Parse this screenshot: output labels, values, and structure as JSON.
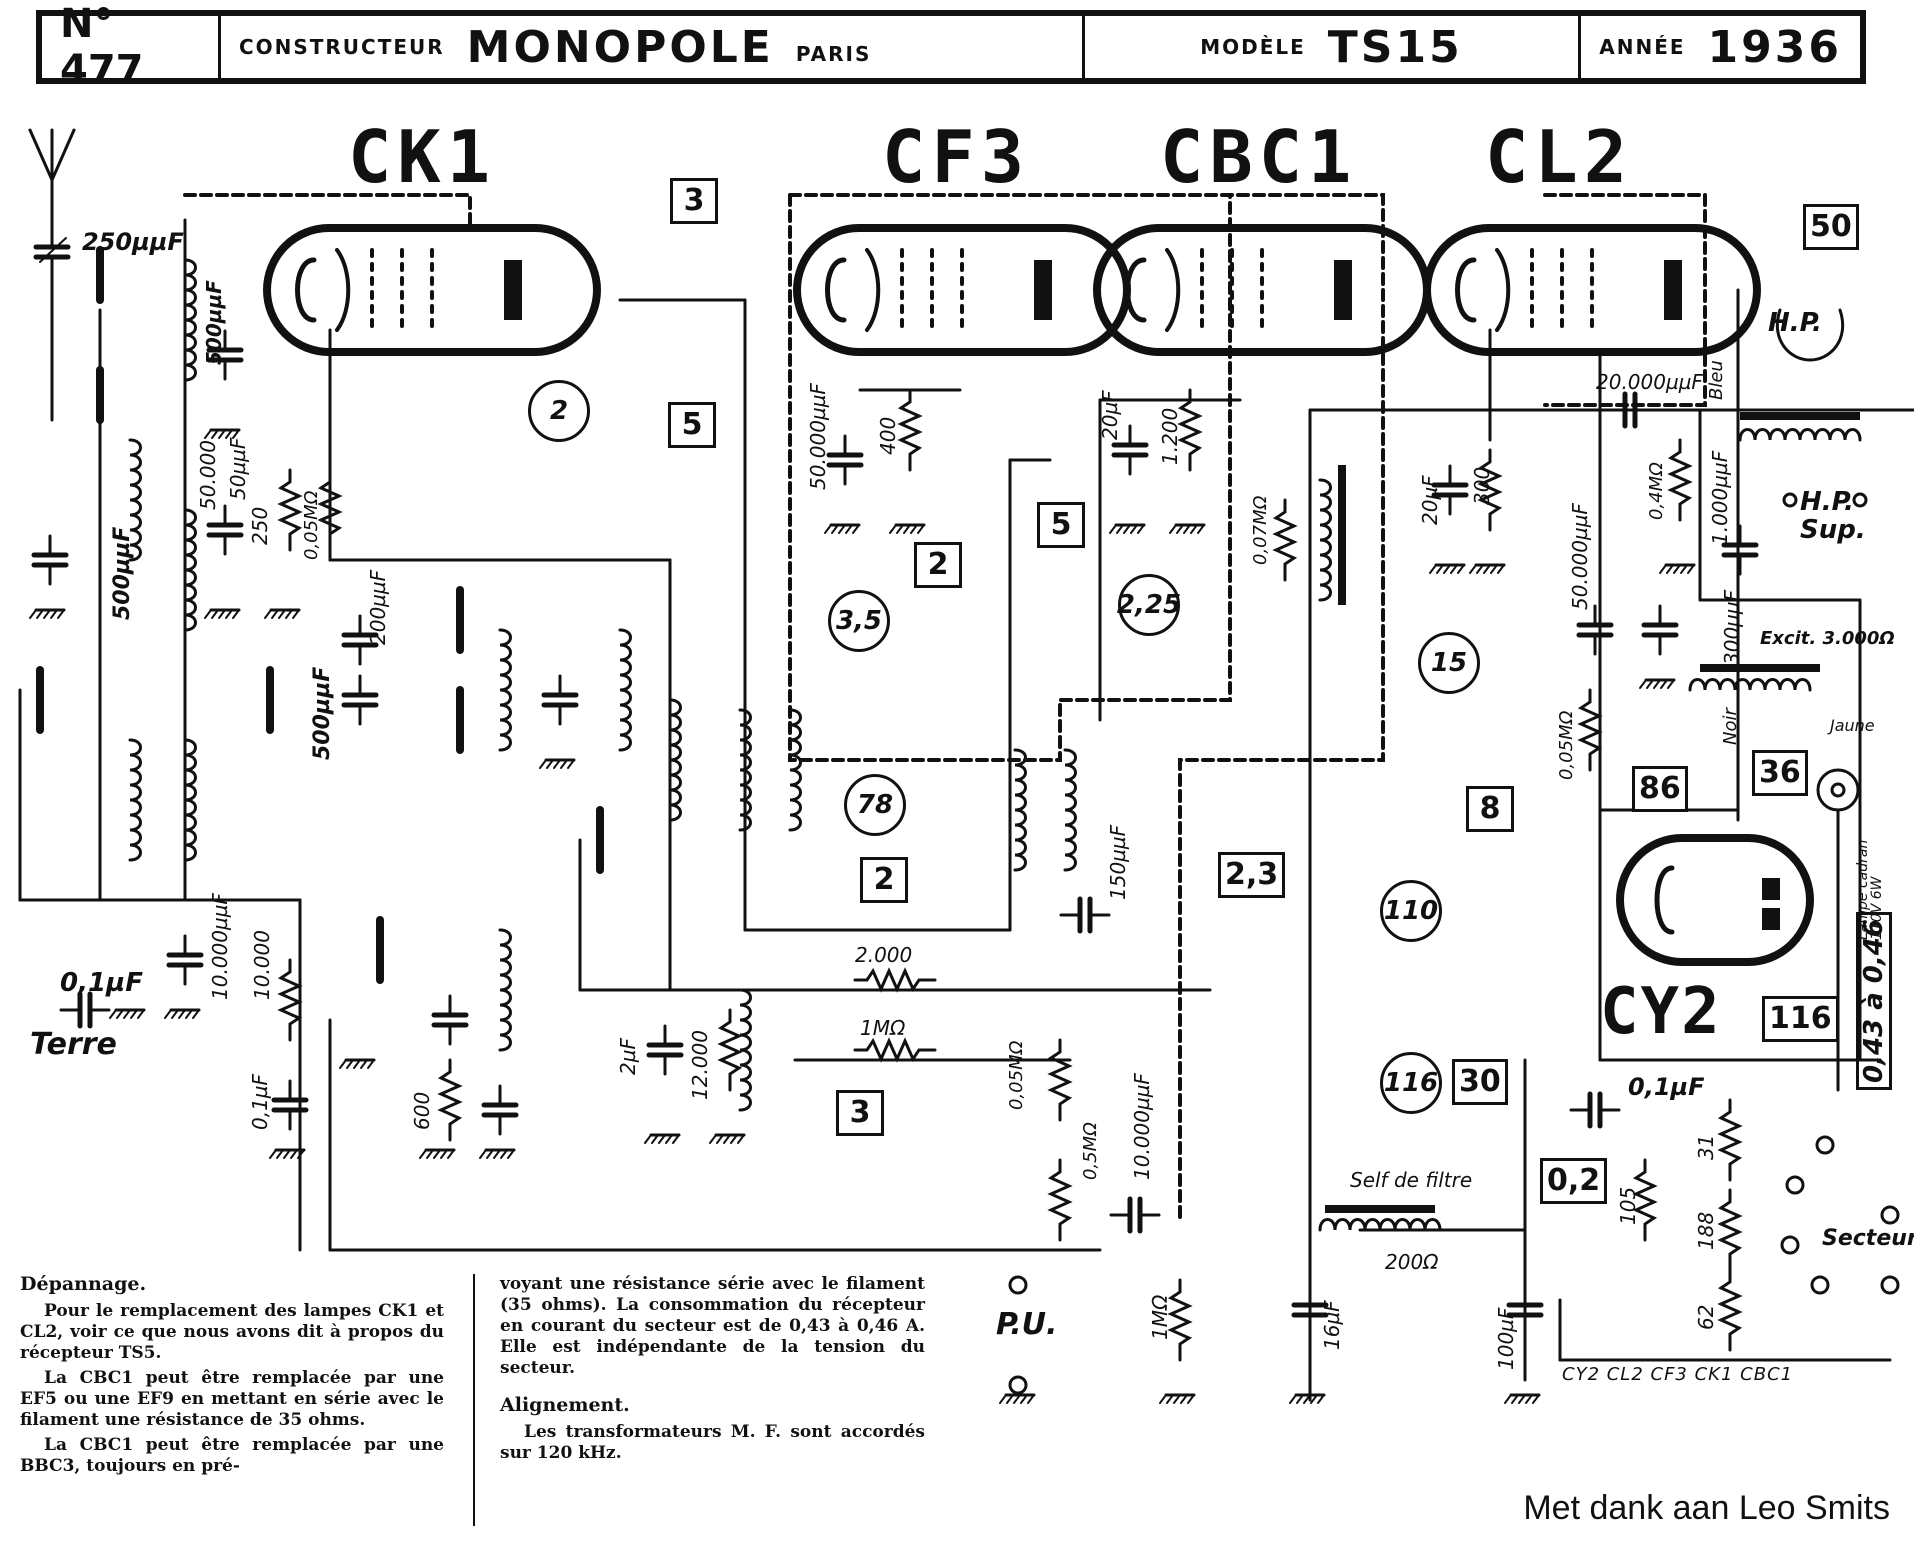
{
  "header": {
    "number": "N° 477",
    "constructeur_label": "CONSTRUCTEUR",
    "constructeur": "MONOPOLE",
    "city": "PARIS",
    "modele_label": "MODÈLE",
    "modele": "TS15",
    "annee_label": "ANNÉE",
    "annee": "1936"
  },
  "tubes": {
    "ck1": "CK1",
    "cf3": "CF3",
    "cbc1": "CBC1",
    "cl2": "CL2",
    "cy2": "CY2"
  },
  "labels": {
    "c250": "250µµF",
    "c500a": "500µµF",
    "c500b": "500µµF",
    "c500c": "500µµF",
    "c50000a": "50.000",
    "c50": "50µµF",
    "r250": "250",
    "r005a": "0,05MΩ",
    "c200": "200µµF",
    "c10000a": "10.000µµF",
    "c01a": "0,1µF",
    "terre": "Terre",
    "r10000": "10.000",
    "c01b": "0,1µF",
    "r600": "600",
    "c50000b": "50.000µµF",
    "r400": "400",
    "c20a": "20µF",
    "r1200": "1.200",
    "r007": "0,07MΩ",
    "c2": "2µF",
    "r12000": "12.000",
    "r2000": "2.000",
    "r1m": "1MΩ",
    "c150": "150µµF",
    "r005b": "0,05MΩ",
    "r05": "0,5MΩ",
    "c10000b": "10.000µµF",
    "pu": "P.U.",
    "r1mb": "1MΩ",
    "c20b": "20µF",
    "r300": "300",
    "c50000c": "50.000µµF",
    "c20000": "20.000µµF",
    "r04": "0,4MΩ",
    "c1000": "1.000µµF",
    "bleu": "Bleu",
    "hp": "H.P.",
    "hpsup": "H.P. Sup.",
    "r005c": "0,05MΩ",
    "c300": "300µµF",
    "excit": "Excit. 3.000Ω",
    "noir": "Noir",
    "jaune": "Jaune",
    "lampe": "Lampe cadran 110V 6W",
    "amp": "0,43 à 0,46",
    "c01c": "0,1µF",
    "r105": "105",
    "r31": "31",
    "r188": "188",
    "r62": "62",
    "self": "Self de filtre",
    "r200": "200Ω",
    "c16": "16µF",
    "c100": "100µF",
    "secteur": "Secteur",
    "fil": "CY2   CL2   CF3   CK1   CBC1"
  },
  "refs": {
    "box3a": "3",
    "box5a": "5",
    "box5b": "5",
    "box2a": "2",
    "box2b": "2",
    "box50": "50",
    "box86": "86",
    "box36": "36",
    "box8": "8",
    "box23": "2,3",
    "box3b": "3",
    "box30": "30",
    "box116": "116",
    "box02": "0,2",
    "c2": "2",
    "c35": "3,5",
    "c78": "78",
    "c225": "2,25",
    "c15": "15",
    "c110": "110",
    "c116": "116"
  },
  "text": {
    "depannage_title": "Dépannage.",
    "p1": "Pour le remplacement des lampes CK1 et CL2, voir ce que nous avons dit à propos du récepteur TS5.",
    "p2": "La CBC1 peut être remplacée par une EF5 ou une EF9 en mettant en série avec le filament une résistance de 35 ohms.",
    "p3": "La CBC1 peut être remplacée par une BBC3, toujours en pré-",
    "p4": "voyant une résistance série avec le filament (35 ohms). La consommation du récepteur en courant du secteur est de 0,43 à 0,46 A. Elle est indépendante de la tension du secteur.",
    "alignement_title": "Alignement.",
    "p5": "Les transformateurs M. F. sont accordés sur 120 kHz."
  },
  "credit": "Met dank aan Leo Smits"
}
